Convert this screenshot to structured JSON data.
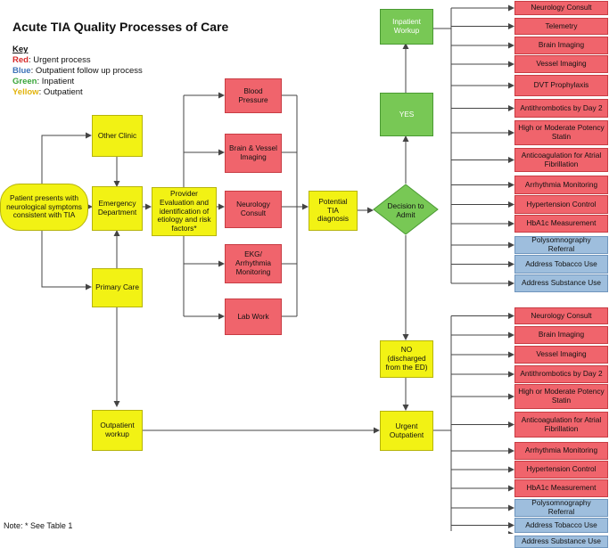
{
  "title": "Acute TIA Quality Processes of Care",
  "key": {
    "heading": "Key",
    "items": [
      {
        "label": "Red",
        "text": ": Urgent process",
        "color": "#d62b2b"
      },
      {
        "label": "Blue",
        "text": ": Outpatient follow up process",
        "color": "#3e73b8"
      },
      {
        "label": "Green",
        "text": ": Inpatient",
        "color": "#3aa53a"
      },
      {
        "label": "Yellow",
        "text": ": Outpatient",
        "color": "#e2b30c"
      }
    ]
  },
  "note": "Note: * See Table 1",
  "colors": {
    "red": "#f0646c",
    "yellow": "#f2f214",
    "green": "#78c855",
    "blue": "#9ebedd",
    "line": "#444444"
  },
  "flow": {
    "patient_presents": "Patient presents with neurological symptoms consistent with TIA",
    "other_clinic": "Other Clinic",
    "emergency_department": "Emergency Department",
    "primary_care": "Primary Care",
    "outpatient_workup": "Outpatient workup",
    "provider_evaluation": "Provider Evaluation and identification of etiology and risk factors*",
    "blood_pressure": "Blood Pressure",
    "brain_vessel_imaging": "Brain & Vessel Imaging",
    "neurology_consult": "Neurology Consult",
    "ekg": "EKG/ Arrhythmia Monitoring",
    "lab_work": "Lab Work",
    "potential_tia": "Potential TIA diagnosis",
    "decision": "Decision to Admit",
    "yes": "YES",
    "no": "NO (discharged from the ED)",
    "inpatient_workup": "Inpatient Workup",
    "urgent_outpatient": "Urgent Outpatient"
  },
  "inpatient_list": [
    "Neurology Consult",
    "Telemetry",
    "Brain Imaging",
    "Vessel Imaging",
    "DVT Prophylaxis",
    "Antithrombotics by Day 2",
    "High or Moderate Potency Statin",
    "Anticoagulation for Atrial Fibrillation",
    "Arrhythmia Monitoring",
    "Hypertension Control",
    "HbA1c Measurement",
    "Polysomnography Referral",
    "Address Tobacco Use",
    "Address Substance Use"
  ],
  "outpatient_list": [
    "Neurology Consult",
    "Brain Imaging",
    "Vessel Imaging",
    "Antithrombotics by Day 2",
    "High or Moderate Potency Statin",
    "Anticoagulation for Atrial Fibrillation",
    "Arrhythmia Monitoring",
    "Hypertension Control",
    "HbA1c Measurement",
    "Polysomnography Referral",
    "Address Tobacco Use",
    "Address Substance Use"
  ]
}
